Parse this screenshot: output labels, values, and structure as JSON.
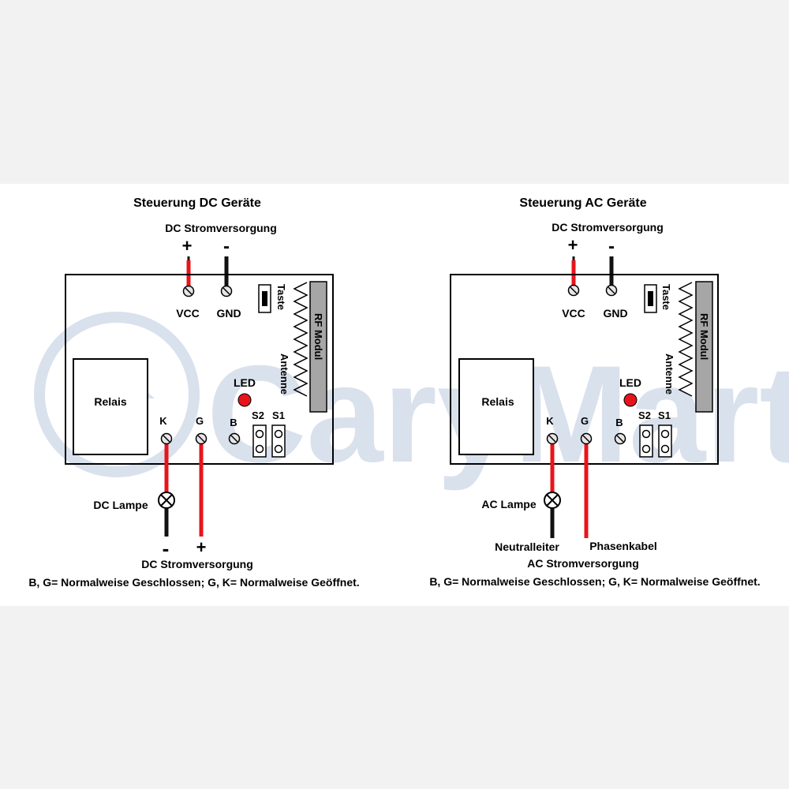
{
  "colors": {
    "outer_background": "#f2f2f2",
    "panel_background": "#ffffff",
    "wire_positive": "#e8141b",
    "wire_negative": "#111111",
    "led": "#e8141b",
    "rf_module": "#a6a6a6",
    "watermark": "#d3dcea"
  },
  "watermark": {
    "text": "CaryMart"
  },
  "dc_diagram": {
    "title": "Steuerung DC Geräte",
    "power_supply_top": "DC Stromversorgung",
    "plus": "+",
    "minus": "-",
    "vcc": "VCC",
    "gnd": "GND",
    "taste": "Taste",
    "rf_modul": "RF Modul",
    "antenne": "Antenne",
    "led": "LED",
    "relais": "Relais",
    "k": "K",
    "g": "G",
    "b": "B",
    "s2": "S2",
    "s1": "S1",
    "lamp": "DC Lampe",
    "bottom_minus": "-",
    "bottom_plus": "+",
    "power_supply_bottom": "DC Stromversorgung",
    "note": "B, G= Normalweise Geschlossen; G, K= Normalweise Geöffnet."
  },
  "ac_diagram": {
    "title": "Steuerung AC Geräte",
    "power_supply_top": "DC Stromversorgung",
    "plus": "+",
    "minus": "-",
    "vcc": "VCC",
    "gnd": "GND",
    "taste": "Taste",
    "rf_modul": "RF Modul",
    "antenne": "Antenne",
    "led": "LED",
    "relais": "Relais",
    "k": "K",
    "g": "G",
    "b": "B",
    "s2": "S2",
    "s1": "S1",
    "lamp": "AC Lampe",
    "neutral": "Neutralleiter",
    "phase": "Phasenkabel",
    "power_supply_bottom": "AC Stromversorgung",
    "note": "B, G= Normalweise Geschlossen; G, K= Normalweise Geöffnet."
  }
}
